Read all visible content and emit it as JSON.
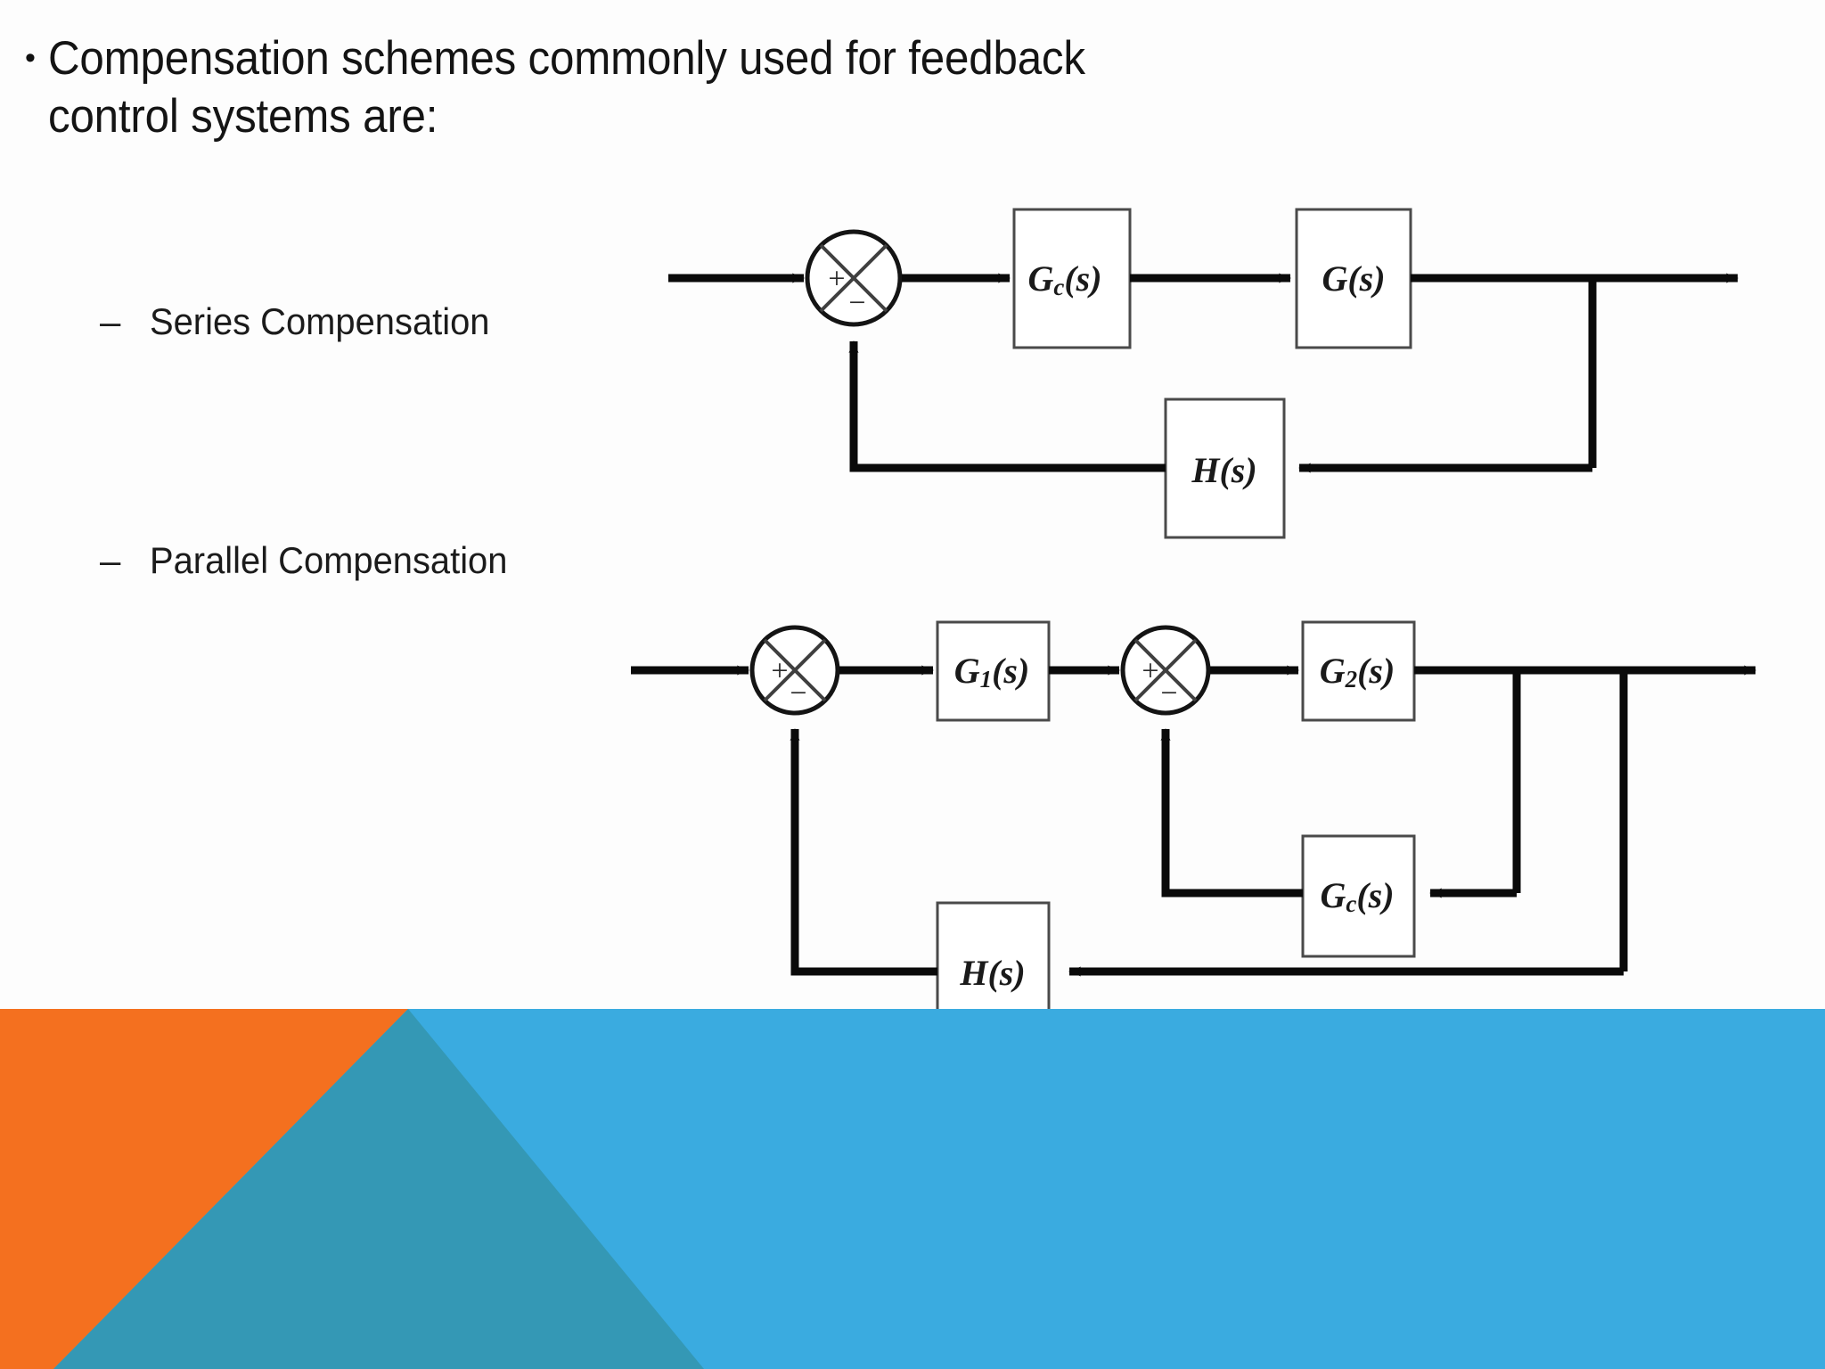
{
  "slide": {
    "background_color": "#fdfdfd",
    "bullet": {
      "marker": "•",
      "line1": "Compensation schemes commonly used for feedback",
      "line2": "control systems are:"
    },
    "sub_bullets": [
      {
        "dash": "–",
        "label": "Series Compensation"
      },
      {
        "dash": "–",
        "label": "Parallel Compensation"
      }
    ]
  },
  "diagram_series": {
    "title": "Series Compensation block diagram",
    "summing_junction": {
      "plus": "+",
      "minus": "−"
    },
    "blocks": [
      {
        "id": "gc",
        "main": "G",
        "sub": "c",
        "tail": "(s)"
      },
      {
        "id": "g",
        "main": "G",
        "sub": "",
        "tail": "(s)"
      },
      {
        "id": "h",
        "main": "H",
        "sub": "",
        "tail": "(s)"
      }
    ]
  },
  "diagram_parallel": {
    "title": "Parallel Compensation block diagram",
    "summing_junction_1": {
      "plus": "+",
      "minus": "−"
    },
    "summing_junction_2": {
      "plus": "+",
      "minus": "−"
    },
    "blocks": [
      {
        "id": "g1",
        "main": "G",
        "sub": "1",
        "tail": "(s)"
      },
      {
        "id": "g2",
        "main": "G",
        "sub": "2",
        "tail": "(s)"
      },
      {
        "id": "gc",
        "main": "G",
        "sub": "c",
        "tail": "(s)"
      },
      {
        "id": "h",
        "main": "H",
        "sub": "",
        "tail": "(s)"
      }
    ]
  },
  "footer": {
    "orange": "#f4701f",
    "teal": "#3498b5",
    "blue": "#3aabe0"
  }
}
